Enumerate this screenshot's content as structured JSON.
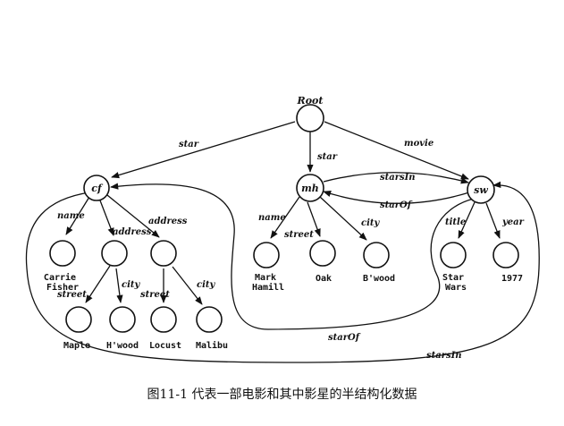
{
  "nodes": {
    "root": "Root",
    "cf": "cf",
    "mh": "mh",
    "sw": "sw"
  },
  "edges": {
    "star": "star",
    "star2": "star",
    "movie": "movie",
    "starsIn": "starsIn",
    "starOf": "starOf",
    "starOf_bottom": "starOf",
    "starsIn_bottom": "starsIn",
    "cf_name": "name",
    "cf_address1": "address",
    "cf_address2": "address",
    "a1_street": "street",
    "a1_city": "city",
    "a2_street": "street",
    "a2_city": "city",
    "mh_name": "name",
    "mh_street": "street",
    "mh_city": "city",
    "sw_title": "title",
    "sw_year": "year"
  },
  "leaves": {
    "carrie": [
      "Carrie",
      "Fisher"
    ],
    "maple": "Maple",
    "hwood": "H'wood",
    "locust": "Locust",
    "malibu": "Malibu",
    "mark": [
      "Mark",
      "Hamill"
    ],
    "oak": "Oak",
    "bwood": "B'wood",
    "starwars": [
      "Star",
      "Wars"
    ],
    "year": "1977"
  },
  "caption": "图11-1  代表一部电影和其中影星的半结构化数据"
}
